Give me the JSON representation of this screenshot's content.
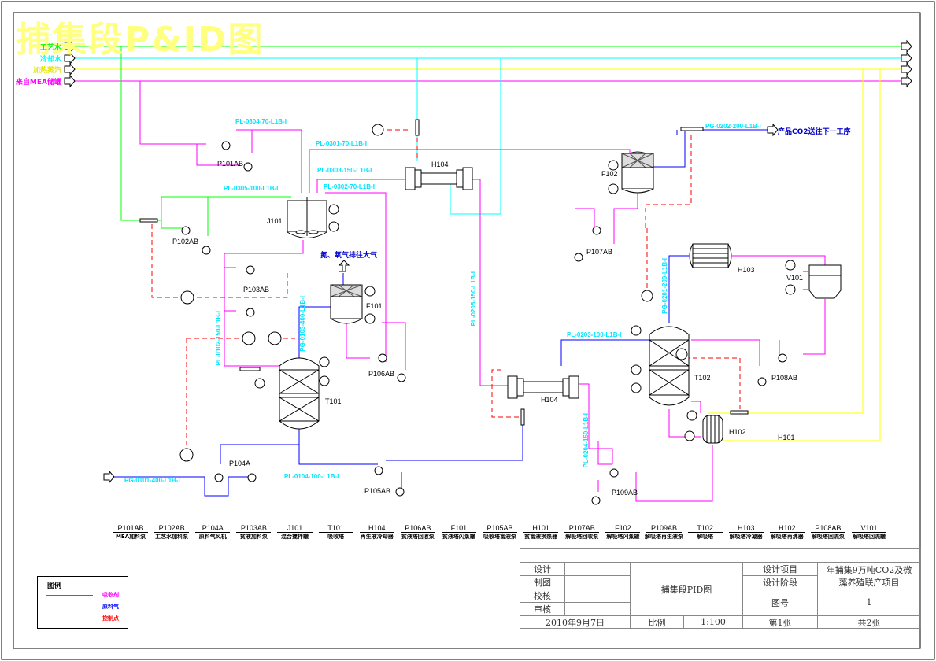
{
  "drawing": {
    "title": "捕集段P&ID图",
    "utilities": [
      {
        "label": "工艺水",
        "color": "#00ff00"
      },
      {
        "label": "冷却水",
        "color": "#00ffff"
      },
      {
        "label": "加热蒸汽",
        "color": "#ffff00"
      },
      {
        "label": "来自MEA储罐",
        "color": "#ff00ff"
      }
    ],
    "equipment_tags": {
      "P101AB": "P101AB",
      "P102AB": "P102AB",
      "J101": "J101",
      "P103AB": "P103AB",
      "F101": "F101",
      "P106AB": "P106AB",
      "T101": "T101",
      "P104A": "P104A",
      "P105AB": "P105AB",
      "H104_top": "H104",
      "H104_bottom": "H104",
      "F102": "F102",
      "P107AB": "P107AB",
      "H103": "H103",
      "V101": "V101",
      "T102": "T102",
      "P108AB": "P108AB",
      "H102": "H102",
      "H101": "H101",
      "P109AB": "P109AB"
    },
    "line_numbers": {
      "pl0304": "PL-0304-70-L1B-I",
      "pl0301": "PL-0301-70-L1B-I",
      "pl0303": "PL-0303-150-L1B-I",
      "pl0305": "PL-0305-100-L1B-I",
      "pl0302": "PL-0302-70-L1B-I",
      "pg0202": "PG-0202-200-L1B-I",
      "pl0205": "PL-0205-150-L1B-I",
      "pl0203": "PL-0203-100-L1B-I",
      "pg0201": "PG-0201-200-L1B-I",
      "pl0102": "PL-0102-150-L1B-I",
      "pg0103": "PG-0103-400-L1B-I",
      "pl0204": "PL-0204-150-L1B-I",
      "pg0101": "PG-0101-400-L1B-I",
      "pl0104": "PL-0104-100-L1B-I"
    },
    "notes": {
      "vent": "氮、氧气排往大气",
      "product": "产品CO2送往下一工序"
    }
  },
  "equipment_list": [
    {
      "tag": "P101AB",
      "desc": "MEA加料泵"
    },
    {
      "tag": "P102AB",
      "desc": "工艺水加料泵"
    },
    {
      "tag": "P104A",
      "desc": "原料气风机"
    },
    {
      "tag": "P103AB",
      "desc": "贫液加料泵"
    },
    {
      "tag": "J101",
      "desc": "混合搅拌罐"
    },
    {
      "tag": "T101",
      "desc": "吸收塔"
    },
    {
      "tag": "H104",
      "desc": "再生液冷却器"
    },
    {
      "tag": "P106AB",
      "desc": "贫液塔回收泵"
    },
    {
      "tag": "F101",
      "desc": "贫液塔闪蒸罐"
    },
    {
      "tag": "P105AB",
      "desc": "吸收塔富液泵"
    },
    {
      "tag": "H101",
      "desc": "贫富液换热器"
    },
    {
      "tag": "P107AB",
      "desc": "解吸塔回收泵"
    },
    {
      "tag": "F102",
      "desc": "解吸塔闪蒸罐"
    },
    {
      "tag": "P109AB",
      "desc": "解吸塔再生液泵"
    },
    {
      "tag": "T102",
      "desc": "解吸塔"
    },
    {
      "tag": "H103",
      "desc": "解吸塔冷凝器"
    },
    {
      "tag": "H102",
      "desc": "解吸塔再沸器"
    },
    {
      "tag": "P108AB",
      "desc": "解吸塔回流泵"
    },
    {
      "tag": "V101",
      "desc": "解吸塔回流罐"
    }
  ],
  "legend": {
    "title": "图例",
    "items": [
      {
        "label": "吸收剂",
        "color": "#ff00ff",
        "style": "solid"
      },
      {
        "label": "原料气",
        "color": "#0000ff",
        "style": "solid"
      },
      {
        "label": "控制点",
        "color": "#ff0000",
        "style": "dashed"
      }
    ]
  },
  "title_block": {
    "roles": [
      "设计",
      "制图",
      "校核",
      "审核"
    ],
    "drawing_name": "捕集段PID图",
    "project_label": "设计项目",
    "project_value": "年捕集9万吨CO2及微藻养殖联产项目",
    "stage_label": "设计阶段",
    "drawing_no_label": "图号",
    "drawing_no": "1",
    "date": "2010年9月7日",
    "scale_label": "比例",
    "scale": "1:100",
    "sheet": "第1张",
    "total": "共2张"
  }
}
